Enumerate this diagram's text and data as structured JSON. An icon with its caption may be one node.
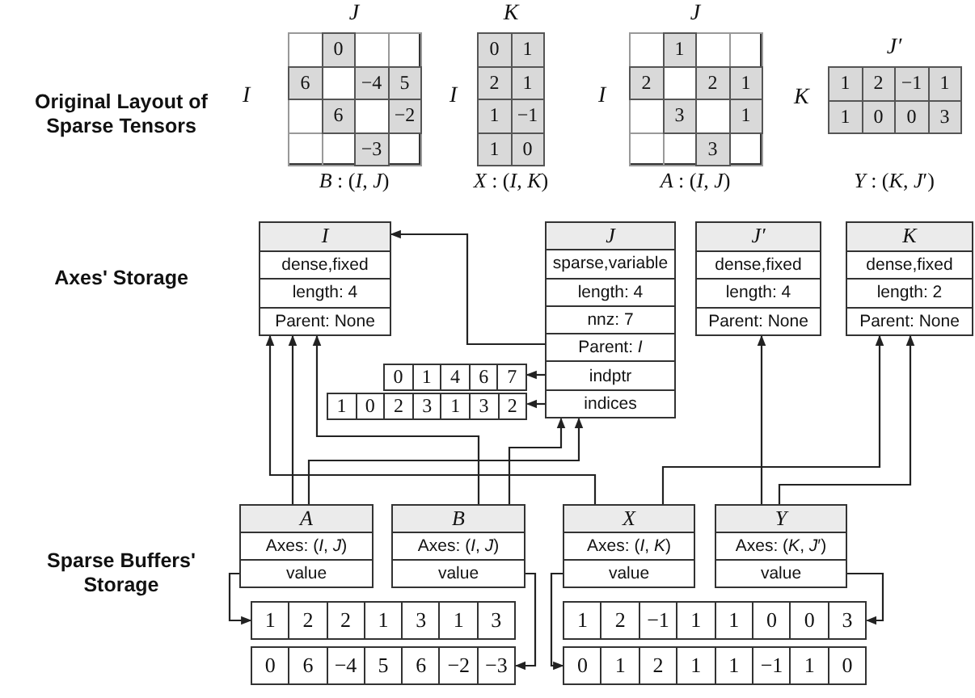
{
  "diagram": {
    "nodes": [
      {
        "text": [
          "0",
          "6",
          "−4",
          "5",
          "6",
          "−2",
          "−3"
        ],
        "beside": [
          "J",
          "I",
          "*B* : (*I*, *J*)"
        ]
      },
      {
        "text": [
          "0",
          "1",
          "2",
          "1",
          "1",
          "−1",
          "1",
          "0"
        ],
        "beside": [
          "K",
          "I",
          "*X* : (*I*, *K*)"
        ]
      },
      {
        "text": [
          "1",
          "2",
          "2",
          "1",
          "3",
          "1",
          "3"
        ],
        "beside": [
          "J",
          "I",
          "*A* : (*I*, *J*)"
        ]
      },
      {
        "text": [
          "1",
          "2",
          "−1",
          "1",
          "1",
          "0",
          "0",
          "3"
        ],
        "beside": [
          "J′",
          "K",
          "*Y* : (*K*, *J*′)"
        ]
      },
      {
        "text": [
          "I",
          "dense,fixed",
          "length: 4",
          "Parent: None"
        ]
      },
      {
        "text": [
          "J",
          "sparse,variable",
          "length: 4",
          "nnz: 7",
          "Parent: *I*",
          "indptr",
          "indices"
        ]
      },
      {
        "text": [
          "J′",
          "dense,fixed",
          "length: 4",
          "Parent: None"
        ]
      },
      {
        "text": [
          "K",
          "dense,fixed",
          "length: 2",
          "Parent: None"
        ]
      },
      {
        "text": [
          "0",
          "1",
          "4",
          "6",
          "7"
        ]
      },
      {
        "text": [
          "1",
          "0",
          "2",
          "3",
          "1",
          "3",
          "2"
        ]
      },
      {
        "text": [
          "A",
          "Axes: (*I*, *J*)",
          "value"
        ]
      },
      {
        "text": [
          "B",
          "Axes: (*I*, *J*)",
          "value"
        ]
      },
      {
        "text": [
          "X",
          "Axes: (*I*, *K*)",
          "value"
        ]
      },
      {
        "text": [
          "Y",
          "Axes: (*K*, *J*′)",
          "value"
        ]
      },
      {
        "text": [
          "1",
          "2",
          "2",
          "1",
          "3",
          "1",
          "3"
        ]
      },
      {
        "text": [
          "1",
          "2",
          "−1",
          "1",
          "1",
          "0",
          "0",
          "3"
        ]
      },
      {
        "text": [
          "0",
          "6",
          "−4",
          "5",
          "6",
          "−2",
          "−3"
        ]
      },
      {
        "text": [
          "0",
          "1",
          "2",
          "1",
          "1",
          "−1",
          "1",
          "0"
        ]
      }
    ],
    "edges": [
      {
        "from": 5,
        "to": 4,
        "arrow": "to"
      },
      {
        "from": 5,
        "to": 8,
        "arrow": "to"
      },
      {
        "from": 5,
        "to": 9,
        "arrow": "to"
      },
      {
        "from": 10,
        "to": 4,
        "arrow": "to"
      },
      {
        "from": 10,
        "to": 5,
        "arrow": "to"
      },
      {
        "from": 11,
        "to": 4,
        "arrow": "to"
      },
      {
        "from": 11,
        "to": 5,
        "arrow": "to"
      },
      {
        "from": 12,
        "to": 4,
        "arrow": "to"
      },
      {
        "from": 12,
        "to": 7,
        "arrow": "to"
      },
      {
        "from": 13,
        "to": 6,
        "arrow": "to"
      },
      {
        "from": 13,
        "to": 7,
        "arrow": "to"
      },
      {
        "from": 10,
        "to": 14,
        "arrow": "to"
      },
      {
        "from": 11,
        "to": 16,
        "arrow": "to"
      },
      {
        "from": 12,
        "to": 17,
        "arrow": "to"
      },
      {
        "from": 13,
        "to": 15,
        "arrow": "to"
      }
    ],
    "labels": [
      "Original Layout of Sparse Tensors",
      "Axes' Storage",
      "Sparse Buffers' Storage"
    ]
  }
}
